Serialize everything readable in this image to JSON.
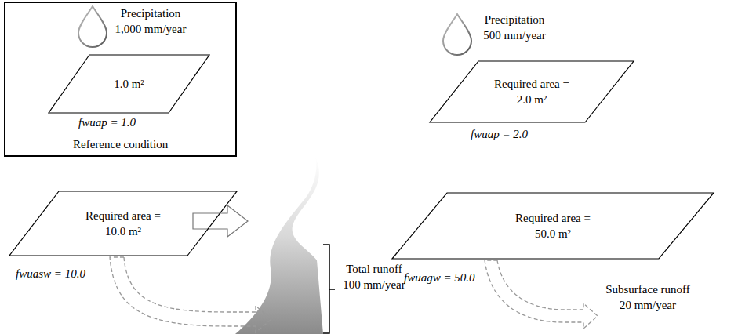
{
  "diagram": {
    "nodes": [
      {
        "text": [
          "Reference condition"
        ]
      },
      {
        "text": [
          "1.0 m²"
        ],
        "in": 0
      },
      {
        "text": [
          "Required area = 2.0 m²"
        ]
      },
      {
        "text": [
          "Required area = 10.0 m²"
        ]
      },
      {
        "text": [
          "Required area = 50.0 m²"
        ]
      }
    ],
    "labels": [
      "Precipitation 1,000 mm/year",
      "fwuap = 1.0",
      "Precipitation 500 mm/year",
      "fwuap = 2.0",
      "fwuasw = 10.0",
      "Total runoff 100 mm/year",
      "fwuagw = 50.0",
      "Subsurface runoff 20 mm/year"
    ]
  }
}
